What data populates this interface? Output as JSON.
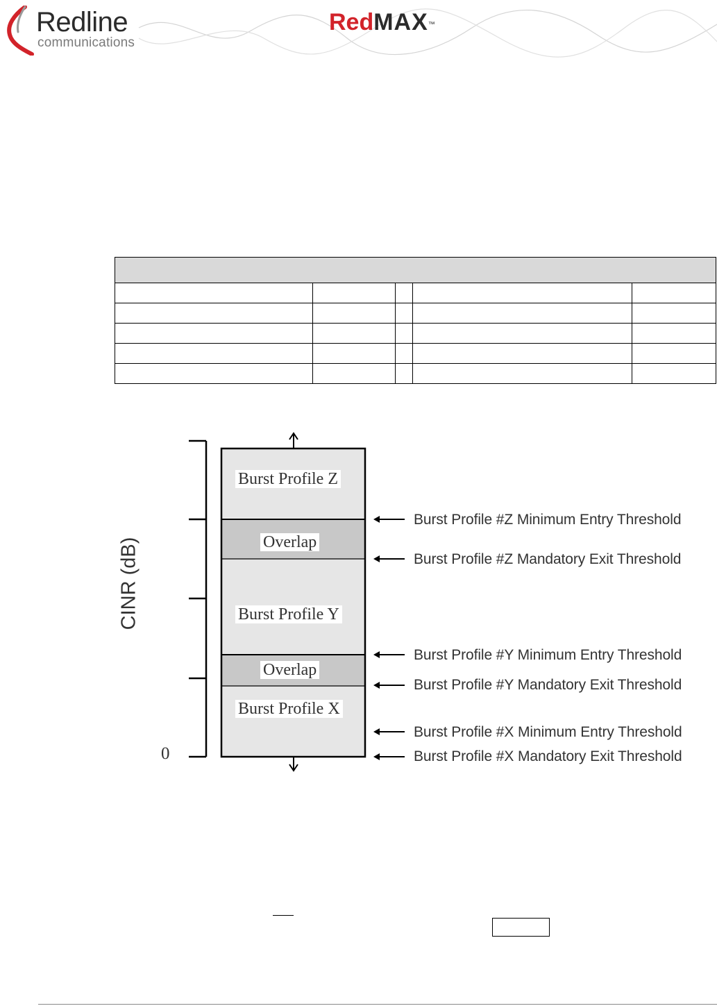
{
  "header": {
    "company_name": "Redline",
    "company_sub": "communications",
    "product_red": "Red",
    "product_max": "MAX",
    "product_tm": "™"
  },
  "table": {
    "columns": 5,
    "rows": 6
  },
  "diagram": {
    "y_axis_label": "CINR (dB)",
    "origin_label": "0",
    "zones": [
      {
        "label": "Burst Profile Z",
        "shade": "#e6e6e6"
      },
      {
        "label": "Overlap",
        "shade": "#c8c8c8"
      },
      {
        "label": "Burst Profile Y",
        "shade": "#e6e6e6"
      },
      {
        "label": "Overlap",
        "shade": "#c8c8c8"
      },
      {
        "label": "Burst Profile X",
        "shade": "#e6e6e6"
      }
    ],
    "thresholds": [
      "Burst Profile #Z Minimum Entry Threshold",
      "Burst Profile #Z Mandatory Exit Threshold",
      "Burst Profile #Y Minimum Entry Threshold",
      "Burst Profile #Y Mandatory Exit Threshold",
      "Burst Profile #X Minimum Entry Threshold",
      "Burst Profile #X Mandatory Exit Threshold"
    ]
  },
  "colors": {
    "brand_red": "#d2232a",
    "text_dark": "#333333",
    "table_header": "#d9d9d9"
  }
}
